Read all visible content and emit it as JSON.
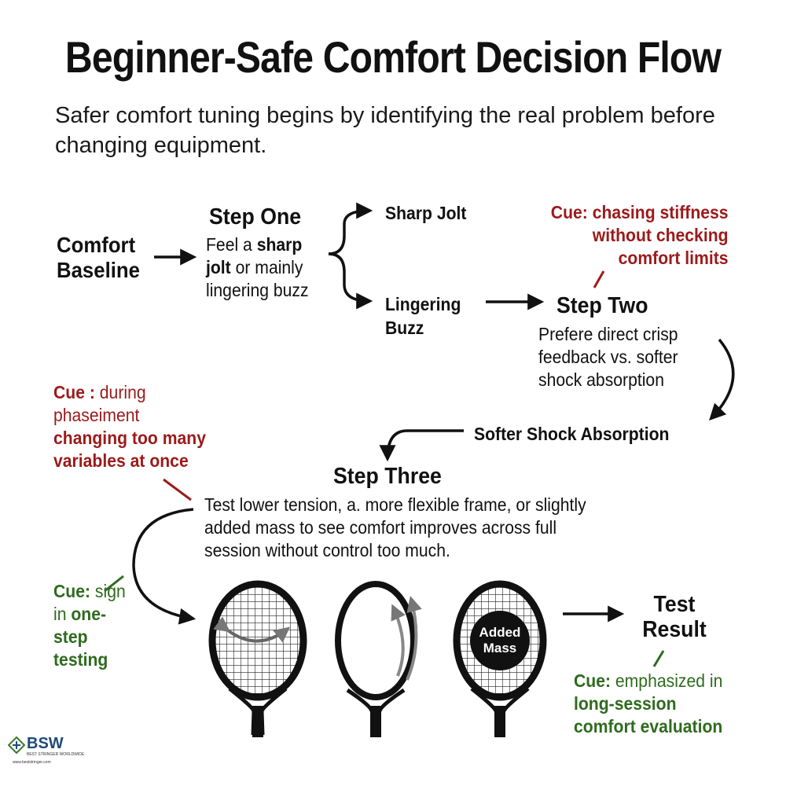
{
  "title": "Beginner-Safe Comfort Decision Flow",
  "subtitle": "Safer comfort tuning begins by identifying the real problem before changing equipment.",
  "nodes": {
    "baseline": "Comfort Baseline",
    "step_one": {
      "title": "Step One",
      "text_1": "Feel a ",
      "bold_1": "sharp jolt",
      "text_2": " or mainly lingering buzz"
    },
    "sharp_jolt": "Sharp Jolt",
    "lingering_buzz": "Lingering Buzz",
    "step_two": {
      "title": "Step Two",
      "text": "Prefere direct crisp feedback vs. softer shock absorption"
    },
    "softer_shock": "Softer Shock Absorption",
    "step_three": {
      "title": "Step Three",
      "text": "Test lower tension, a. more flexible frame, or slightly added mass to see  comfort improves across full session without control too much."
    },
    "added_mass": "Added Mass",
    "test_result": "Test Result"
  },
  "cues": {
    "cue1": {
      "bold": "Cue: chasing stiffness without checking comfort limits"
    },
    "cue2": {
      "bold_1": "Cue :",
      "text_1": " during phaseiment ",
      "bold_2": "changing too many variables at once"
    },
    "cue3": {
      "bold_1": "Cue:",
      "text_1": " sign in ",
      "bold_2": "one-step testing"
    },
    "cue4": {
      "bold_1": "Cue:",
      "text_1": " emphasized in ",
      "bold_2": "long-session comfort evaluation"
    }
  },
  "logo": {
    "brand": "BSW",
    "tagline": "BEST STRINGER WORLDWIDE",
    "url": "www.beststringer.com"
  },
  "colors": {
    "cue_red": "#9c1a1a",
    "cue_green": "#2e6b1e",
    "text": "#111111"
  },
  "icons": [
    "racket-crosshatch-icon",
    "racket-flex-icon",
    "racket-added-mass-icon"
  ]
}
